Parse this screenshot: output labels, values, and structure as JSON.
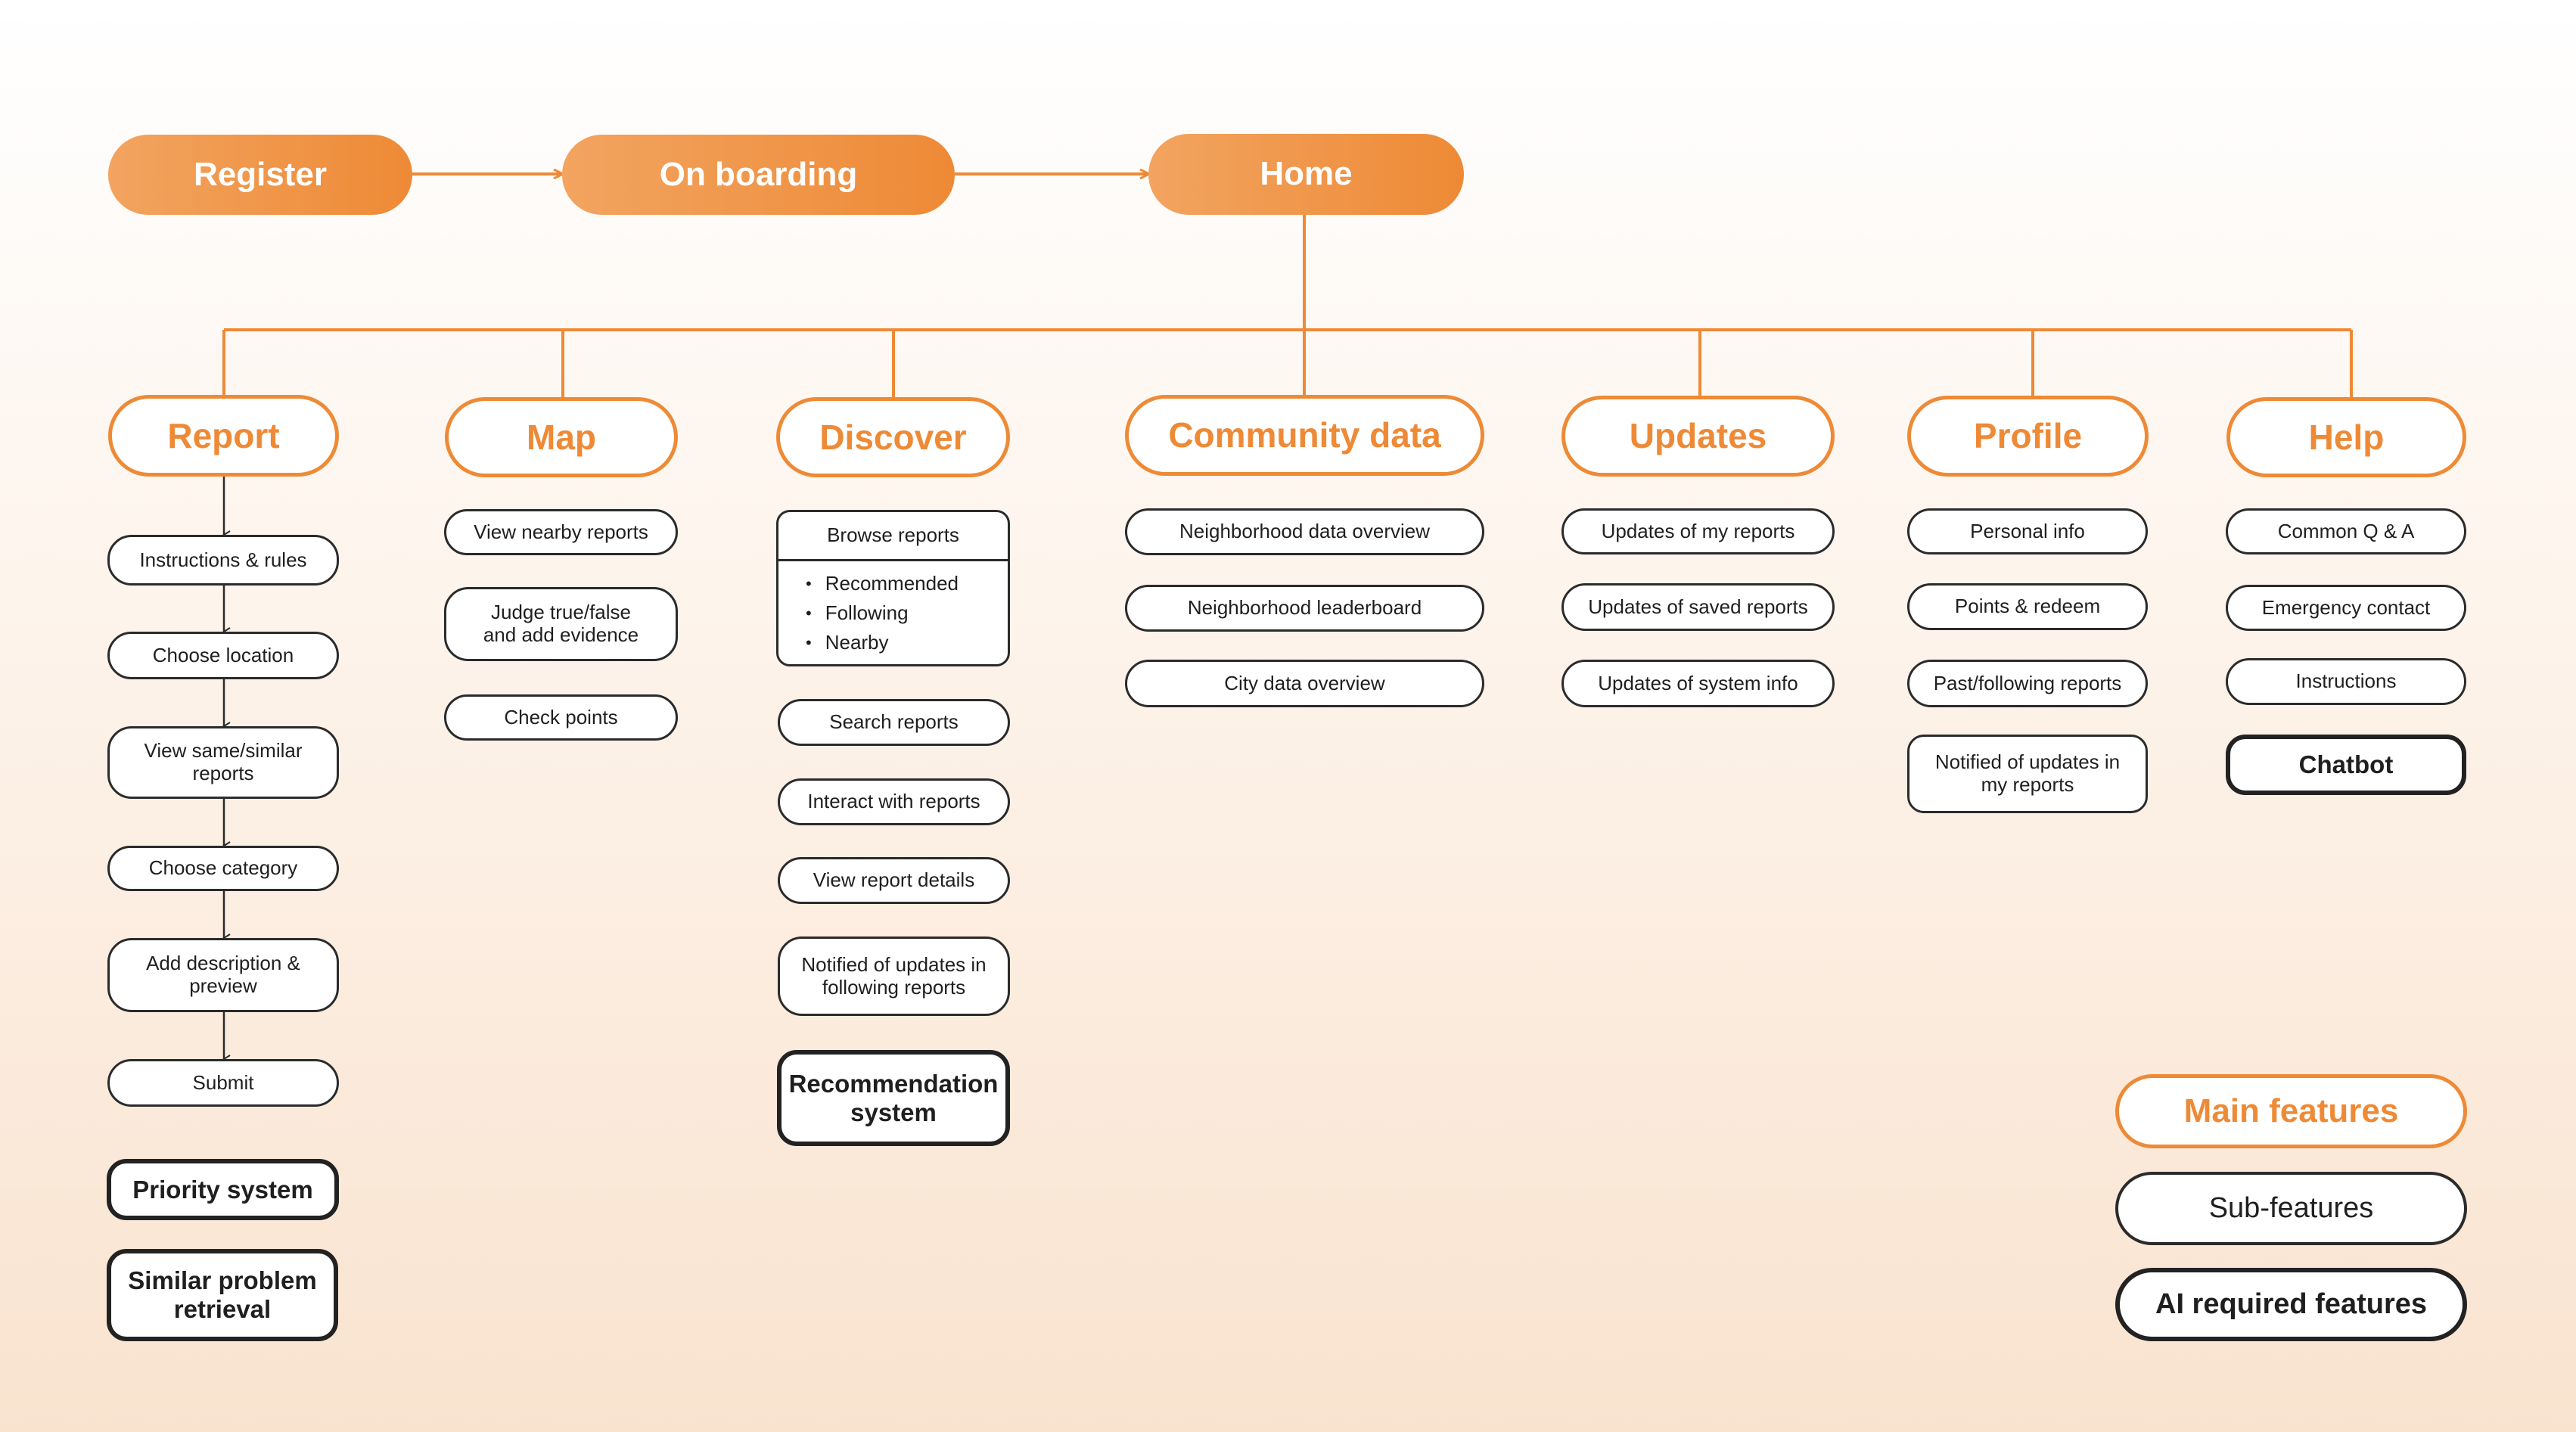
{
  "flow": {
    "register": "Register",
    "onboarding": "On boarding",
    "home": "Home"
  },
  "main": {
    "report": "Report",
    "map": "Map",
    "discover": "Discover",
    "community": "Community data",
    "updates": "Updates",
    "profile": "Profile",
    "help": "Help"
  },
  "report": {
    "subs": [
      "Instructions & rules",
      "Choose location",
      "View same/similar\nreports",
      "Choose category",
      "Add description &\npreview",
      "Submit"
    ],
    "ai": [
      "Priority system",
      "Similar problem\nretrieval"
    ]
  },
  "map": {
    "subs": [
      "View nearby reports",
      "Judge true/false\nand add evidence",
      "Check points"
    ]
  },
  "discover": {
    "browse_title": "Browse reports",
    "browse_items": [
      "Recommended",
      "Following",
      "Nearby"
    ],
    "subs": [
      "Search reports",
      "Interact with reports",
      "View report details",
      "Notified of updates in\nfollowing reports"
    ],
    "ai": [
      "Recommendation\nsystem"
    ]
  },
  "community": {
    "subs": [
      "Neighborhood data overview",
      "Neighborhood leaderboard",
      "City data overview"
    ]
  },
  "updates": {
    "subs": [
      "Updates of my reports",
      "Updates of saved reports",
      "Updates of system info"
    ]
  },
  "profile": {
    "subs": [
      "Personal info",
      "Points & redeem",
      "Past/following reports",
      "Notified of updates in\nmy reports"
    ]
  },
  "help": {
    "subs": [
      "Common Q & A",
      "Emergency contact",
      "Instructions"
    ],
    "ai": [
      "Chatbot"
    ]
  },
  "legend": {
    "main": "Main features",
    "sub": "Sub-features",
    "ai": "AI required features"
  },
  "colors": {
    "accent": "#ee8a36",
    "accent_light": "#f2a460",
    "outline": "#2b2b2b"
  }
}
